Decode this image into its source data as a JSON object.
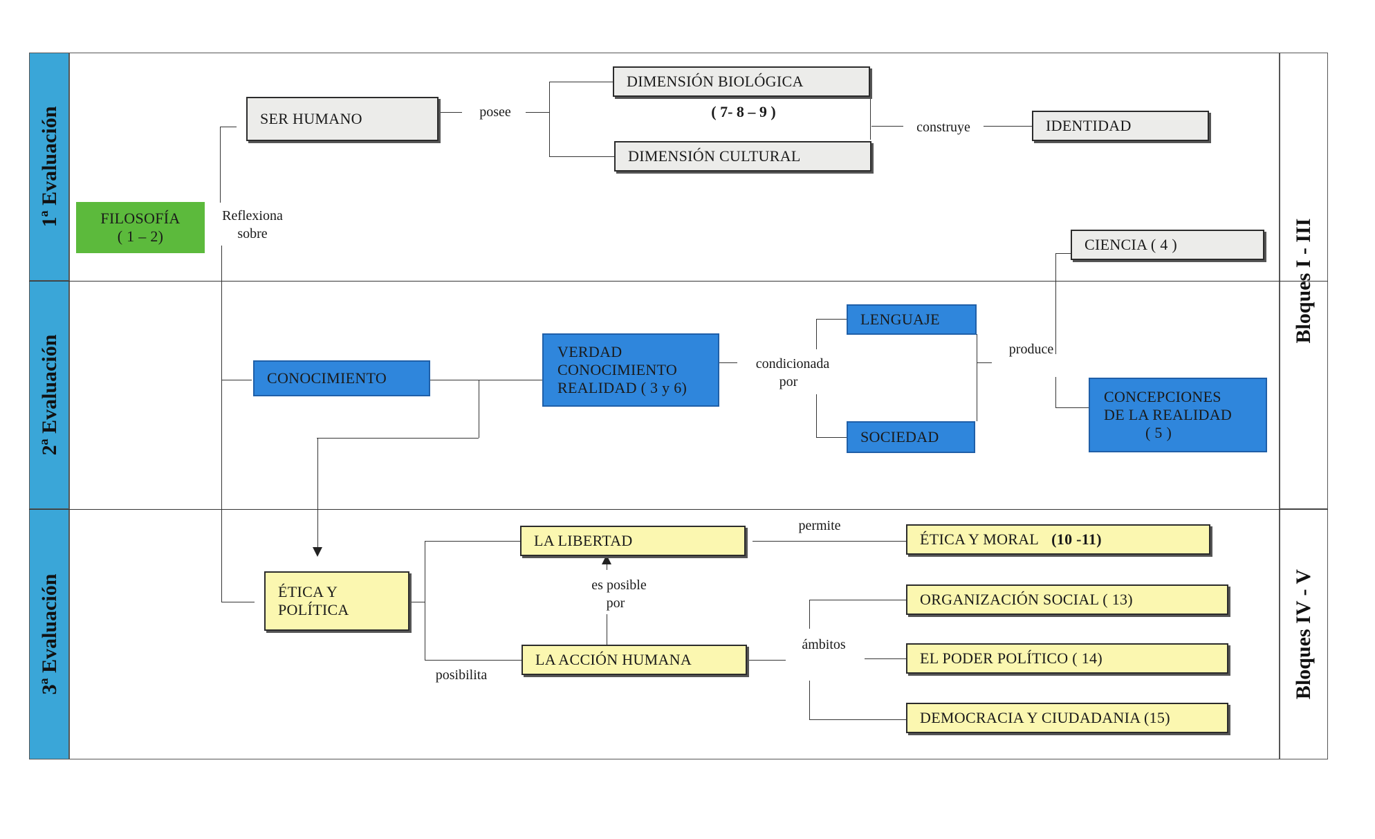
{
  "bands_left": [
    "1ª Evaluación",
    "2ª Evaluación",
    "3ª Evaluación"
  ],
  "bands_right": [
    "Bloques I - III",
    "Bloques IV - V"
  ],
  "nodes": {
    "filosofia": [
      "FILOSOFÍA",
      "( 1 – 2)"
    ],
    "ser_humano": "SER HUMANO",
    "dim_biologica": "DIMENSIÓN BIOLÓGICA",
    "dim_nums": "( 7- 8 – 9 )",
    "dim_cultural": "DIMENSIÓN CULTURAL",
    "identidad": "IDENTIDAD",
    "ciencia": "CIENCIA ( 4 )",
    "conocimiento": "CONOCIMIENTO",
    "verdad": [
      "VERDAD",
      "CONOCIMIENTO",
      "REALIDAD ( 3 y 6)"
    ],
    "lenguaje": "LENGUAJE",
    "sociedad": "SOCIEDAD",
    "concepciones": [
      "CONCEPCIONES",
      "DE LA REALIDAD",
      "( 5 )"
    ],
    "etica_politica": [
      "ÉTICA Y",
      "POLÍTICA"
    ],
    "libertad": "LA LIBERTAD",
    "accion": "LA ACCIÓN HUMANA",
    "etica_moral": "ÉTICA Y MORAL",
    "etica_moral_num": "(10 -11)",
    "organizacion": "ORGANIZACIÓN SOCIAL ( 13)",
    "poder": "EL PODER POLÍTICO ( 14)",
    "democracia": "DEMOCRACIA Y CIUDADANIA (15)"
  },
  "connectors": {
    "reflexiona": "Reflexiona",
    "sobre": "sobre",
    "posee": "posee",
    "construye": "construye",
    "condicionada": "condicionada",
    "por": "por",
    "produce": "produce",
    "permite": "permite",
    "es_posible": "es posible",
    "es_posible_por": "por",
    "ambitos": "ámbitos",
    "posibilita": "posibilita"
  },
  "colors": {
    "band_left": "#3aa6d8",
    "green_node": "#5cba3c",
    "blue_node": "#2f86dc",
    "yellow_node": "#fbf7b0",
    "gray_node": "#ececea"
  }
}
